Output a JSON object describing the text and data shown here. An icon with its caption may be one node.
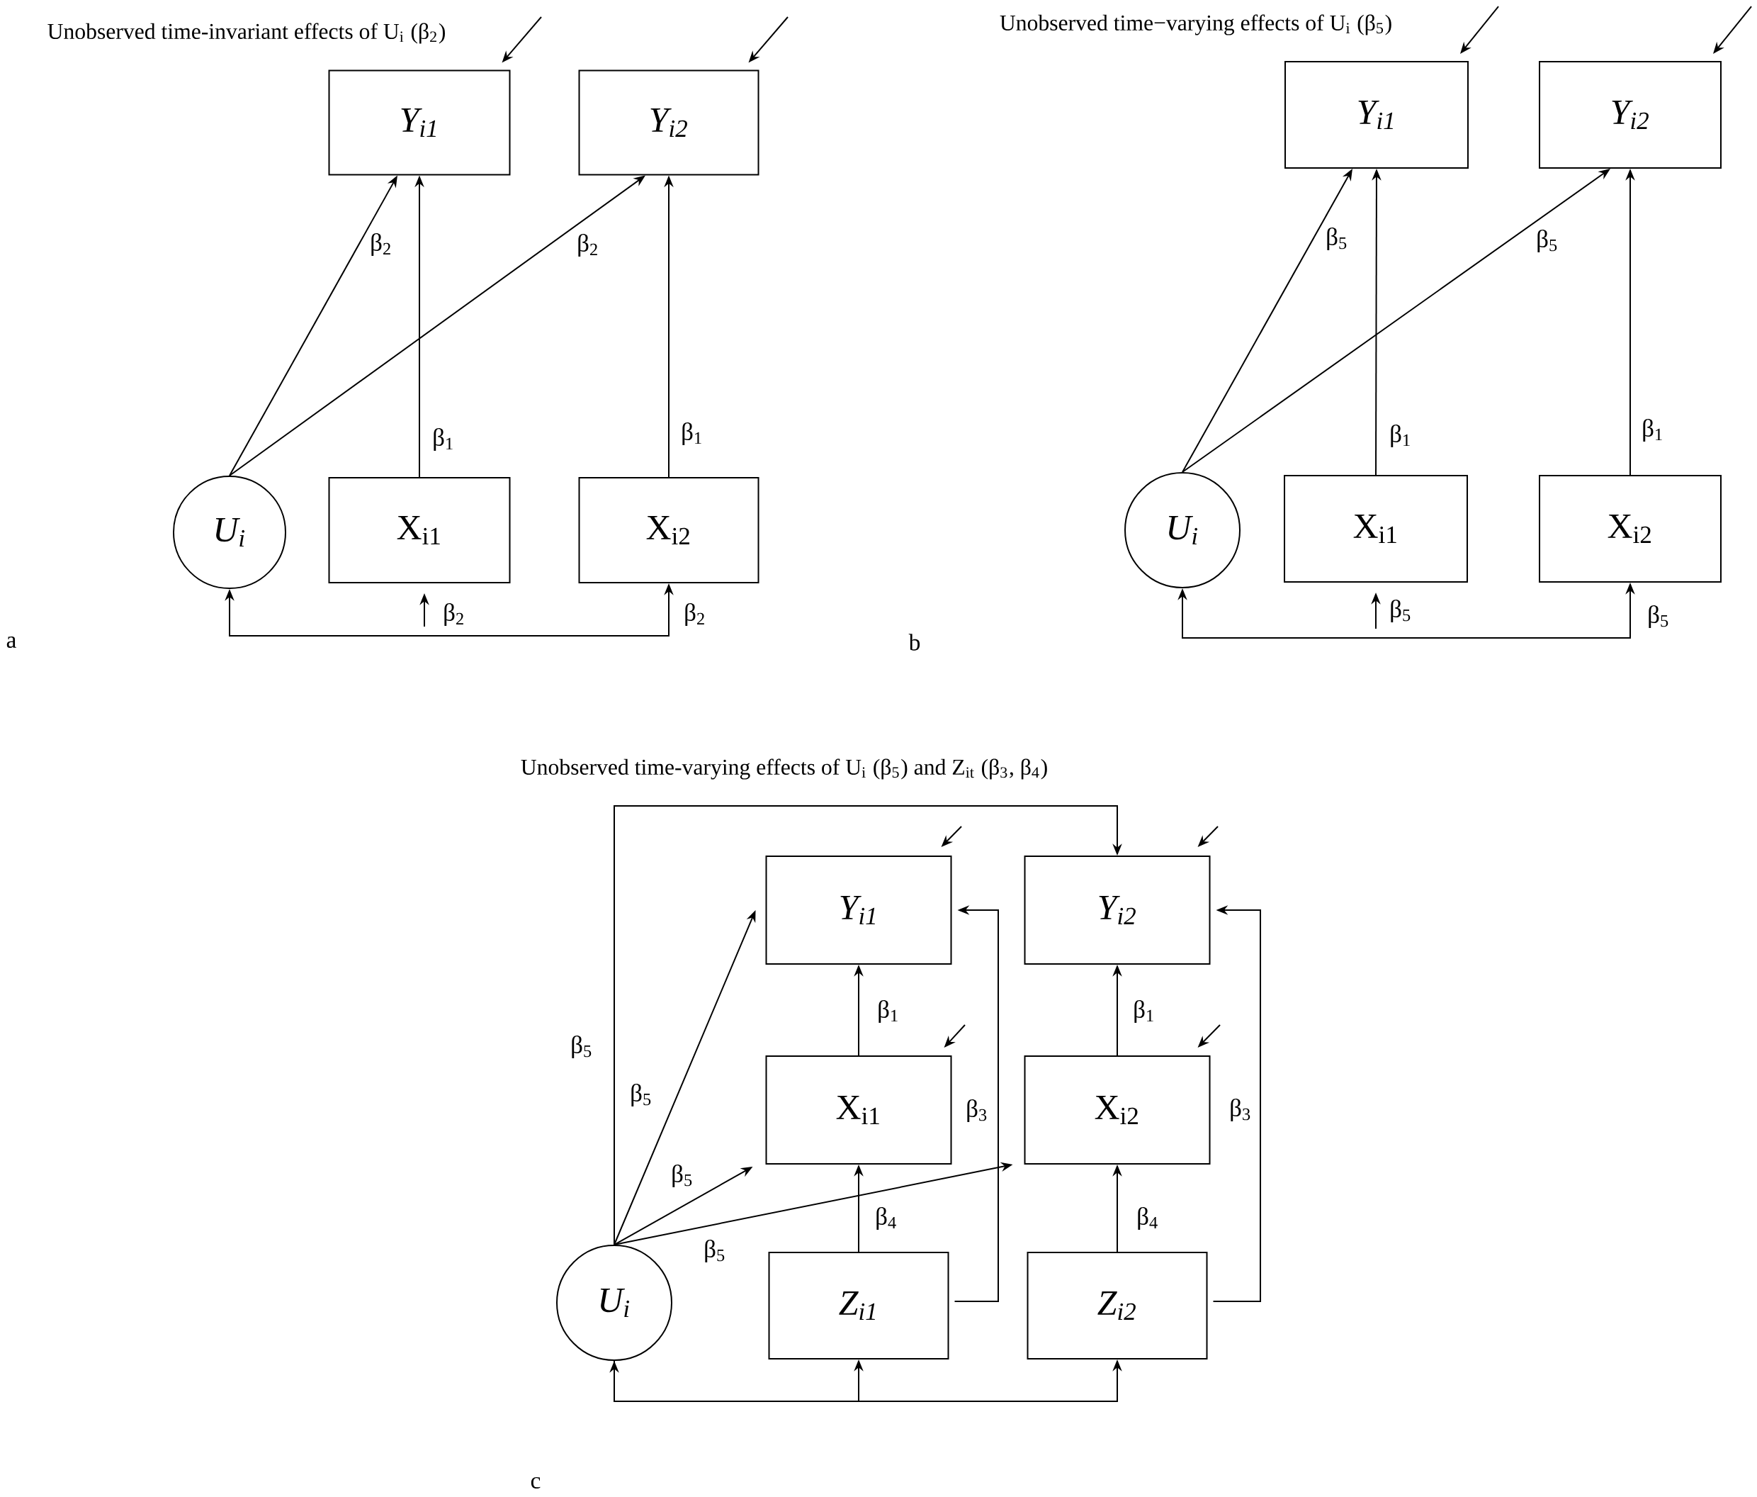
{
  "diagram": {
    "nodes": [
      {
        "text": [
          "Y$_{i1}$"
        ]
      },
      {
        "text": [
          "Y$_{i2}$"
        ]
      },
      {
        "text": [
          "U$_{i}$"
        ]
      },
      {
        "text": [
          "X$_{i1}$"
        ]
      },
      {
        "text": [
          "X$_{i2}$"
        ]
      },
      {
        "text": [
          "Y$_{i1}$"
        ]
      },
      {
        "text": [
          "Y$_{i2}$"
        ]
      },
      {
        "text": [
          "U$_{i}$"
        ]
      },
      {
        "text": [
          "X$_{i1}$"
        ]
      },
      {
        "text": [
          "X$_{i2}$"
        ]
      },
      {
        "text": [
          "Y$_{i1}$"
        ]
      },
      {
        "text": [
          "Y$_{i2}$"
        ]
      },
      {
        "text": [
          "X$_{i1}$"
        ]
      },
      {
        "text": [
          "X$_{i2}$"
        ]
      },
      {
        "text": [
          "U$_{i}$"
        ]
      },
      {
        "text": [
          "Z$_{i1}$"
        ]
      },
      {
        "text": [
          "Z$_{i2}$"
        ]
      }
    ],
    "edges": [
      {
        "from": 2,
        "to": 0,
        "arrow": "to",
        "label": "β$_{2}$"
      },
      {
        "from": 2,
        "to": 1,
        "arrow": "to",
        "label": "β$_{2}$"
      },
      {
        "from": 3,
        "to": 0,
        "arrow": "to",
        "label": "β$_{1}$"
      },
      {
        "from": 4,
        "to": 1,
        "arrow": "to",
        "label": "β$_{1}$"
      },
      {
        "from": 2,
        "to": 4,
        "arrow": "both",
        "label": "β$_{2}$"
      },
      {
        "from": null,
        "to": 3,
        "arrow": "to",
        "label": "β$_{2}$"
      },
      {
        "from": null,
        "to": 0,
        "arrow": "to"
      },
      {
        "from": null,
        "to": 1,
        "arrow": "to"
      },
      {
        "from": 7,
        "to": 5,
        "arrow": "to",
        "label": "β$_{5}$"
      },
      {
        "from": 7,
        "to": 6,
        "arrow": "to",
        "label": "β$_{5}$"
      },
      {
        "from": 8,
        "to": 5,
        "arrow": "to",
        "label": "β$_{1}$"
      },
      {
        "from": 9,
        "to": 6,
        "arrow": "to",
        "label": "β$_{1}$"
      },
      {
        "from": 7,
        "to": 9,
        "arrow": "both",
        "label": "β$_{5}$"
      },
      {
        "from": null,
        "to": 8,
        "arrow": "to",
        "label": "β$_{5}$"
      },
      {
        "from": null,
        "to": 5,
        "arrow": "to"
      },
      {
        "from": null,
        "to": 6,
        "arrow": "to"
      },
      {
        "from": 14,
        "to": 10,
        "arrow": "to",
        "label": "β$_{5}$"
      },
      {
        "from": 14,
        "to": 12,
        "arrow": "to",
        "label": "β$_{5}$"
      },
      {
        "from": 14,
        "to": 13,
        "arrow": "to",
        "label": "β$_{5}$"
      },
      {
        "from": 14,
        "to": 11,
        "arrow": "to",
        "label": "β$_{5}$"
      },
      {
        "from": 12,
        "to": 10,
        "arrow": "to",
        "label": "β$_{1}$"
      },
      {
        "from": 13,
        "to": 11,
        "arrow": "to",
        "label": "β$_{1}$"
      },
      {
        "from": 15,
        "to": 12,
        "arrow": "to",
        "label": "β$_{4}$"
      },
      {
        "from": 16,
        "to": 13,
        "arrow": "to",
        "label": "β$_{4}$"
      },
      {
        "from": 15,
        "to": 10,
        "arrow": "to",
        "label": "β$_{3}$"
      },
      {
        "from": 16,
        "to": 11,
        "arrow": "to",
        "label": "β$_{3}$"
      },
      {
        "from": 14,
        "to": 16,
        "arrow": "both"
      },
      {
        "from": 14,
        "to": 15,
        "arrow": "to"
      },
      {
        "from": null,
        "to": 10,
        "arrow": "to"
      },
      {
        "from": null,
        "to": 11,
        "arrow": "to"
      },
      {
        "from": null,
        "to": 12,
        "arrow": "to"
      },
      {
        "from": null,
        "to": 13,
        "arrow": "to"
      }
    ],
    "labels": [
      "Unobserved time-invariant effects of U$_{i}$ (β$_{2}$)",
      "Unobserved time−varying effects of U$_{i}$ (β$_{5}$)",
      "a",
      "b",
      "Unobserved time-varying effects of U$_{i}$ (β$_{5}$) and Z$_{it}$ (β$_{3}$, β$_{4}$)",
      "c"
    ]
  }
}
